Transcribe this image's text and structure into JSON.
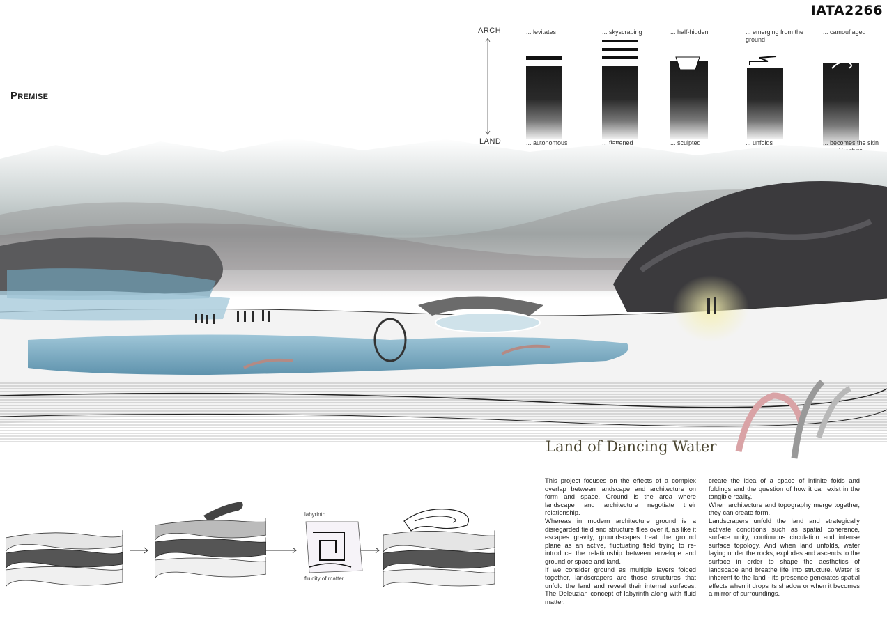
{
  "header": {
    "code": "IATA2266",
    "section": "Premise"
  },
  "axis": {
    "top": "ARCH",
    "bottom": "LAND"
  },
  "typologies": [
    {
      "top": "... levitates",
      "bottom": "... autonomous"
    },
    {
      "top": "... skyscraping",
      "bottom": "... flattened"
    },
    {
      "top": "... half-hidden",
      "bottom": "... sculpted"
    },
    {
      "top": "... emerging from the ground",
      "bottom": "... unfolds"
    },
    {
      "top": "... camouflaged",
      "bottom": "... becomes the skin of architecture"
    }
  ],
  "project": {
    "title": "Land of Dancing Water",
    "col1": [
      "This project focuses on the effects of a complex overlap between landscape and architecture on form and space. Ground is the area where landscape and architecture negotiate their relationship.",
      "Whereas in modern architecture ground is a disregarded field and structure flies over it, as like it escapes gravity, groundscapes treat the ground plane as an active, fluctuating field trying to re-introduce the relationship between envelope and ground or space and land.",
      "If we consider ground as multiple layers folded together, landscrapers are those structures that unfold the land and reveal their internal surfaces. The Deleuzian concept of labyrinth along with fluid matter,"
    ],
    "col2": [
      "create the idea of a space of infinite folds and foldings and the question of how it can exist in the tangible reality.",
      "When architecture and topography merge together, they can create form.",
      "Landscrapers unfold the land and strategically activate conditions such as spatial coherence, surface unity, continuous circulation and intense surface topology. And when land unfolds, water laying under the rocks, explodes and ascends to the surface in order to shape the aesthetics of landscape and breathe life into structure. Water is inherent to the land - its presence generates spatial effects when  it drops its shadow or when it becomes a mirror of surroundings."
    ]
  },
  "diagram": {
    "label_top": "labyrinth",
    "label_bottom": "fluidity of matter"
  }
}
